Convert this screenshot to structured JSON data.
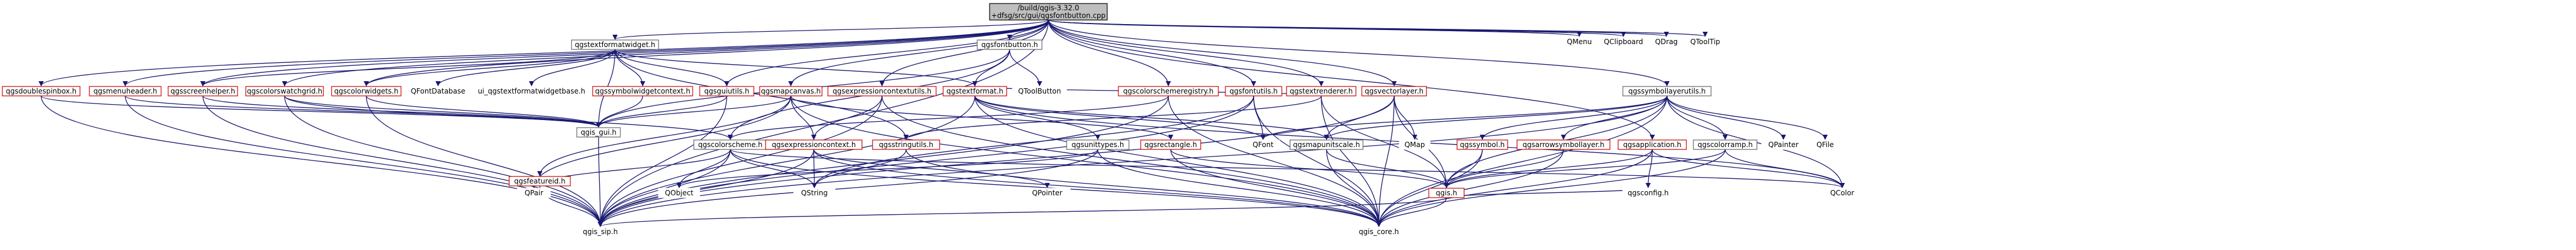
{
  "colors": {
    "edge": "#191970",
    "root_fill": "#bfbfbf",
    "root_stroke": "#000000",
    "documented_fill": "#ffffff",
    "documented_stroke": "#666666",
    "undocumented_fill": "#ffffff",
    "undocumented_stroke": "#cc0000",
    "external_fill": "#ffffff",
    "external_stroke": "#ffffff",
    "background": "#ffffff"
  },
  "nodes": [
    {
      "id": "root",
      "kind": "root",
      "lines": [
        "/build/qgis-3.32.0",
        "+dfsg/src/gui/qgsfontbutton.cpp"
      ]
    },
    {
      "id": "qgsfontbutton",
      "kind": "documented",
      "lines": [
        "qgsfontbutton.h"
      ]
    },
    {
      "id": "qgstextformatwidget",
      "kind": "documented",
      "lines": [
        "qgstextformatwidget.h"
      ]
    },
    {
      "id": "qgsdoublespinbox",
      "kind": "undocumented",
      "lines": [
        "qgsdoublespinbox.h"
      ]
    },
    {
      "id": "qgsmenuheader",
      "kind": "undocumented",
      "lines": [
        "qgsmenuheader.h"
      ]
    },
    {
      "id": "qgsscreenhelper",
      "kind": "undocumented",
      "lines": [
        "qgsscreenhelper.h"
      ]
    },
    {
      "id": "qgscolorswatchgrid",
      "kind": "undocumented",
      "lines": [
        "qgscolorswatchgrid.h"
      ]
    },
    {
      "id": "qgscolorwidgets",
      "kind": "undocumented",
      "lines": [
        "qgscolorwidgets.h"
      ]
    },
    {
      "id": "qfontdatabase",
      "kind": "external",
      "lines": [
        "QFontDatabase"
      ]
    },
    {
      "id": "ui_qgstextformatwidgetbase",
      "kind": "external",
      "lines": [
        "ui_qgstextformatwidgetbase.h"
      ]
    },
    {
      "id": "qgssymbolwidgetcontext",
      "kind": "undocumented",
      "lines": [
        "qgssymbolwidgetcontext.h"
      ]
    },
    {
      "id": "qgsguiutils",
      "kind": "undocumented",
      "lines": [
        "qgsguiutils.h"
      ]
    },
    {
      "id": "qgsmapcanvas",
      "kind": "undocumented",
      "lines": [
        "qgsmapcanvas.h"
      ]
    },
    {
      "id": "qgsexpressioncontextutils",
      "kind": "undocumented",
      "lines": [
        "qgsexpressioncontextutils.h"
      ]
    },
    {
      "id": "qgstextformat",
      "kind": "undocumented",
      "lines": [
        "qgstextformat.h"
      ]
    },
    {
      "id": "qtoolbutton",
      "kind": "external",
      "lines": [
        "QToolButton"
      ]
    },
    {
      "id": "qgscolorschemeregistry",
      "kind": "undocumented",
      "lines": [
        "qgscolorschemeregistry.h"
      ]
    },
    {
      "id": "qgsfontutils",
      "kind": "undocumented",
      "lines": [
        "qgsfontutils.h"
      ]
    },
    {
      "id": "qgstextrenderer",
      "kind": "undocumented",
      "lines": [
        "qgstextrenderer.h"
      ]
    },
    {
      "id": "qgsvectorlayer",
      "kind": "undocumented",
      "lines": [
        "qgsvectorlayer.h"
      ]
    },
    {
      "id": "qgssymbollayerutils",
      "kind": "documented",
      "lines": [
        "qgssymbollayerutils.h"
      ]
    },
    {
      "id": "qmenu",
      "kind": "external",
      "lines": [
        "QMenu"
      ]
    },
    {
      "id": "qclipboard",
      "kind": "external",
      "lines": [
        "QClipboard"
      ]
    },
    {
      "id": "qdrag",
      "kind": "external",
      "lines": [
        "QDrag"
      ]
    },
    {
      "id": "qtooltip",
      "kind": "external",
      "lines": [
        "QToolTip"
      ]
    },
    {
      "id": "qgsgui",
      "kind": "documented",
      "lines": [
        "qgis_gui.h"
      ]
    },
    {
      "id": "qgscolorscheme",
      "kind": "documented",
      "lines": [
        "qgscolorscheme.h"
      ]
    },
    {
      "id": "qgsexpressioncontext",
      "kind": "undocumented",
      "lines": [
        "qgsexpressioncontext.h"
      ]
    },
    {
      "id": "qgsstringutils",
      "kind": "undocumented",
      "lines": [
        "qgsstringutils.h"
      ]
    },
    {
      "id": "qgsunittypes",
      "kind": "documented",
      "lines": [
        "qgsunittypes.h"
      ]
    },
    {
      "id": "qgsrectangle",
      "kind": "undocumented",
      "lines": [
        "qgsrectangle.h"
      ]
    },
    {
      "id": "qgsmapunitscale",
      "kind": "documented",
      "lines": [
        "qgsmapunitscale.h"
      ]
    },
    {
      "id": "qfont",
      "kind": "external",
      "lines": [
        "QFont"
      ]
    },
    {
      "id": "qmap",
      "kind": "external",
      "lines": [
        "QMap"
      ]
    },
    {
      "id": "qgssymbol",
      "kind": "undocumented",
      "lines": [
        "qgssymbol.h"
      ]
    },
    {
      "id": "qgsarrowsymbollayer",
      "kind": "undocumented",
      "lines": [
        "qgsarrowsymbollayer.h"
      ]
    },
    {
      "id": "qgsapplication",
      "kind": "undocumented",
      "lines": [
        "qgsapplication.h"
      ]
    },
    {
      "id": "qgscolorramp",
      "kind": "documented",
      "lines": [
        "qgscolorramp.h"
      ]
    },
    {
      "id": "qpainter",
      "kind": "external",
      "lines": [
        "QPainter"
      ]
    },
    {
      "id": "qfile",
      "kind": "external",
      "lines": [
        "QFile"
      ]
    },
    {
      "id": "qgsfeatureid",
      "kind": "undocumented",
      "lines": [
        "qgsfeatureid.h"
      ]
    },
    {
      "id": "qpair",
      "kind": "external",
      "lines": [
        "QPair"
      ]
    },
    {
      "id": "qobject",
      "kind": "external",
      "lines": [
        "QObject"
      ]
    },
    {
      "id": "qstring",
      "kind": "external",
      "lines": [
        "QString"
      ]
    },
    {
      "id": "qpointer",
      "kind": "external",
      "lines": [
        "QPointer"
      ]
    },
    {
      "id": "qgs",
      "kind": "undocumented",
      "lines": [
        "qgis.h"
      ]
    },
    {
      "id": "qgsconfig",
      "kind": "external",
      "lines": [
        "qgsconfig.h"
      ]
    },
    {
      "id": "qcolor",
      "kind": "external",
      "lines": [
        "QColor"
      ]
    },
    {
      "id": "qgssip",
      "kind": "external",
      "lines": [
        "qgis_sip.h"
      ]
    },
    {
      "id": "qgscore",
      "kind": "external",
      "lines": [
        "qgis_core.h"
      ]
    }
  ],
  "edges": [
    [
      "root",
      "qgsfontbutton"
    ],
    [
      "root",
      "qgstextformatwidget"
    ],
    [
      "root",
      "qgsdoublespinbox"
    ],
    [
      "root",
      "qgsmenuheader"
    ],
    [
      "root",
      "qgsscreenhelper"
    ],
    [
      "root",
      "qgscolorswatchgrid"
    ],
    [
      "root",
      "qgscolorwidgets"
    ],
    [
      "root",
      "qgsmapcanvas"
    ],
    [
      "root",
      "qgsexpressioncontextutils"
    ],
    [
      "root",
      "qgscolorschemeregistry"
    ],
    [
      "root",
      "qgsfontutils"
    ],
    [
      "root",
      "qgstextrenderer"
    ],
    [
      "root",
      "qgsvectorlayer"
    ],
    [
      "root",
      "qgssymbollayerutils"
    ],
    [
      "root",
      "qmenu"
    ],
    [
      "root",
      "qclipboard"
    ],
    [
      "root",
      "qdrag"
    ],
    [
      "root",
      "qtooltip"
    ],
    [
      "root",
      "qgsapplication"
    ],
    [
      "root",
      "qgsguiutils"
    ],
    [
      "root",
      "qgssip"
    ],
    [
      "qgsfontbutton",
      "qgsgui"
    ],
    [
      "qgsfontbutton",
      "qtoolbutton"
    ],
    [
      "qgsfontbutton",
      "qgstextformat"
    ],
    [
      "qgsfontbutton",
      "qgscolorscheme"
    ],
    [
      "qgstextformatwidget",
      "qgsgui"
    ],
    [
      "qgstextformatwidget",
      "qfontdatabase"
    ],
    [
      "qgstextformatwidget",
      "ui_qgstextformatwidgetbase"
    ],
    [
      "qgstextformatwidget",
      "qgssymbolwidgetcontext"
    ],
    [
      "qgstextformatwidget",
      "qgstextformat"
    ],
    [
      "qgstextformatwidget",
      "qgsstringutils"
    ],
    [
      "qgstextformatwidget",
      "qgsguiutils"
    ],
    [
      "qgstextformatwidget",
      "qgscolorwidgets"
    ],
    [
      "qgstextformatwidget",
      "qgsscreenhelper"
    ],
    [
      "qgsdoublespinbox",
      "qgsgui"
    ],
    [
      "qgsdoublespinbox",
      "qgssip"
    ],
    [
      "qgsmenuheader",
      "qgsgui"
    ],
    [
      "qgsmenuheader",
      "qgssip"
    ],
    [
      "qgsscreenhelper",
      "qgsgui"
    ],
    [
      "qgsscreenhelper",
      "qgssip"
    ],
    [
      "qgscolorswatchgrid",
      "qgsgui"
    ],
    [
      "qgscolorswatchgrid",
      "qgssip"
    ],
    [
      "qgscolorswatchgrid",
      "qgscolorscheme"
    ],
    [
      "qgscolorwidgets",
      "qgsgui"
    ],
    [
      "qgscolorwidgets",
      "qgssip"
    ],
    [
      "qgssymbolwidgetcontext",
      "qgsgui"
    ],
    [
      "qgsguiutils",
      "qgsgui"
    ],
    [
      "qgsguiutils",
      "qgssip"
    ],
    [
      "qgsmapcanvas",
      "qgsgui"
    ],
    [
      "qgsmapcanvas",
      "qgsexpressioncontext"
    ],
    [
      "qgsmapcanvas",
      "qgsrectangle"
    ],
    [
      "qgsmapcanvas",
      "qgsfeatureid"
    ],
    [
      "qgsmapcanvas",
      "qpair"
    ],
    [
      "qgsmapcanvas",
      "qgscore"
    ],
    [
      "qgsexpressioncontextutils",
      "qgsexpressioncontext"
    ],
    [
      "qgsexpressioncontextutils",
      "qgscore"
    ],
    [
      "qgsexpressioncontextutils",
      "qgssip"
    ],
    [
      "qgstextformat",
      "qgsunittypes"
    ],
    [
      "qgstextformat",
      "qgsmapunitscale"
    ],
    [
      "qgstextformat",
      "qcolor"
    ],
    [
      "qgstextformat",
      "qgscore"
    ],
    [
      "qgstextformat",
      "qgssip"
    ],
    [
      "qgstextformat",
      "qfont"
    ],
    [
      "qgscolorschemeregistry",
      "qgscolorscheme"
    ],
    [
      "qgscolorschemeregistry",
      "qgscore"
    ],
    [
      "qgscolorschemeregistry",
      "qgssip"
    ],
    [
      "qgsfontutils",
      "qfont"
    ],
    [
      "qgsfontutils",
      "qgscore"
    ],
    [
      "qgsfontutils",
      "qgssip"
    ],
    [
      "qgsfontutils",
      "qstring"
    ],
    [
      "qgstextrenderer",
      "qgstextformat"
    ],
    [
      "qgstextrenderer",
      "qgscore"
    ],
    [
      "qgstextrenderer",
      "qgs"
    ],
    [
      "qgstextrenderer",
      "qgsstringutils"
    ],
    [
      "qgsvectorlayer",
      "qgscore"
    ],
    [
      "qgsvectorlayer",
      "qgssip"
    ],
    [
      "qgsvectorlayer",
      "qmap"
    ],
    [
      "qgsvectorlayer",
      "qgs"
    ],
    [
      "qgsvectorlayer",
      "qgsmapunitscale"
    ],
    [
      "qgssymbollayerutils",
      "qgscore"
    ],
    [
      "qgssymbollayerutils",
      "qgssip"
    ],
    [
      "qgssymbollayerutils",
      "qgsmapunitscale"
    ],
    [
      "qgssymbollayerutils",
      "qfont"
    ],
    [
      "qgssymbollayerutils",
      "qcolor"
    ],
    [
      "qgssymbollayerutils",
      "qpainter"
    ],
    [
      "qgssymbollayerutils",
      "qfile"
    ],
    [
      "qgssymbollayerutils",
      "qgssymbol"
    ],
    [
      "qgssymbollayerutils",
      "qgsarrowsymbollayer"
    ],
    [
      "qgssymbollayerutils",
      "qgscolorramp"
    ],
    [
      "qgssymbollayerutils",
      "qgs"
    ],
    [
      "qgscolorscheme",
      "qgscore"
    ],
    [
      "qgscolorscheme",
      "qgssip"
    ],
    [
      "qgscolorscheme",
      "qobject"
    ],
    [
      "qgscolorscheme",
      "qpair"
    ],
    [
      "qgscolorscheme",
      "qcolor"
    ],
    [
      "qgscolorscheme",
      "qstring"
    ],
    [
      "qgsexpressioncontext",
      "qgscore"
    ],
    [
      "qgsexpressioncontext",
      "qgssip"
    ],
    [
      "qgsexpressioncontext",
      "qstring"
    ],
    [
      "qgsexpressioncontext",
      "qpointer"
    ],
    [
      "qgsstringutils",
      "qgscore"
    ],
    [
      "qgsstringutils",
      "qstring"
    ],
    [
      "qgsunittypes",
      "qgscore"
    ],
    [
      "qgsunittypes",
      "qgssip"
    ],
    [
      "qgsunittypes",
      "qobject"
    ],
    [
      "qgsrectangle",
      "qgscore"
    ],
    [
      "qgsrectangle",
      "qgs"
    ],
    [
      "qgsmapunitscale",
      "qgscore"
    ],
    [
      "qgsmapunitscale",
      "qgs"
    ],
    [
      "qgssymbol",
      "qgscore"
    ],
    [
      "qgssymbol",
      "qgs"
    ],
    [
      "qgsarrowsymbollayer",
      "qgscore"
    ],
    [
      "qgsarrowsymbollayer",
      "qgs"
    ],
    [
      "qgsapplication",
      "qgscore"
    ],
    [
      "qgsapplication",
      "qcolor"
    ],
    [
      "qgsapplication",
      "qgsconfig"
    ],
    [
      "qgsapplication",
      "qgs"
    ],
    [
      "qgscolorramp",
      "qgscore"
    ],
    [
      "qgscolorramp",
      "qcolor"
    ],
    [
      "qgscolorramp",
      "qgs"
    ],
    [
      "qgsfeatureid",
      "qgssip"
    ],
    [
      "qgs",
      "qgscore"
    ],
    [
      "qgs",
      "qgssip"
    ],
    [
      "qgs",
      "qgsconfig"
    ],
    [
      "qgsgui",
      "qgssip"
    ]
  ]
}
